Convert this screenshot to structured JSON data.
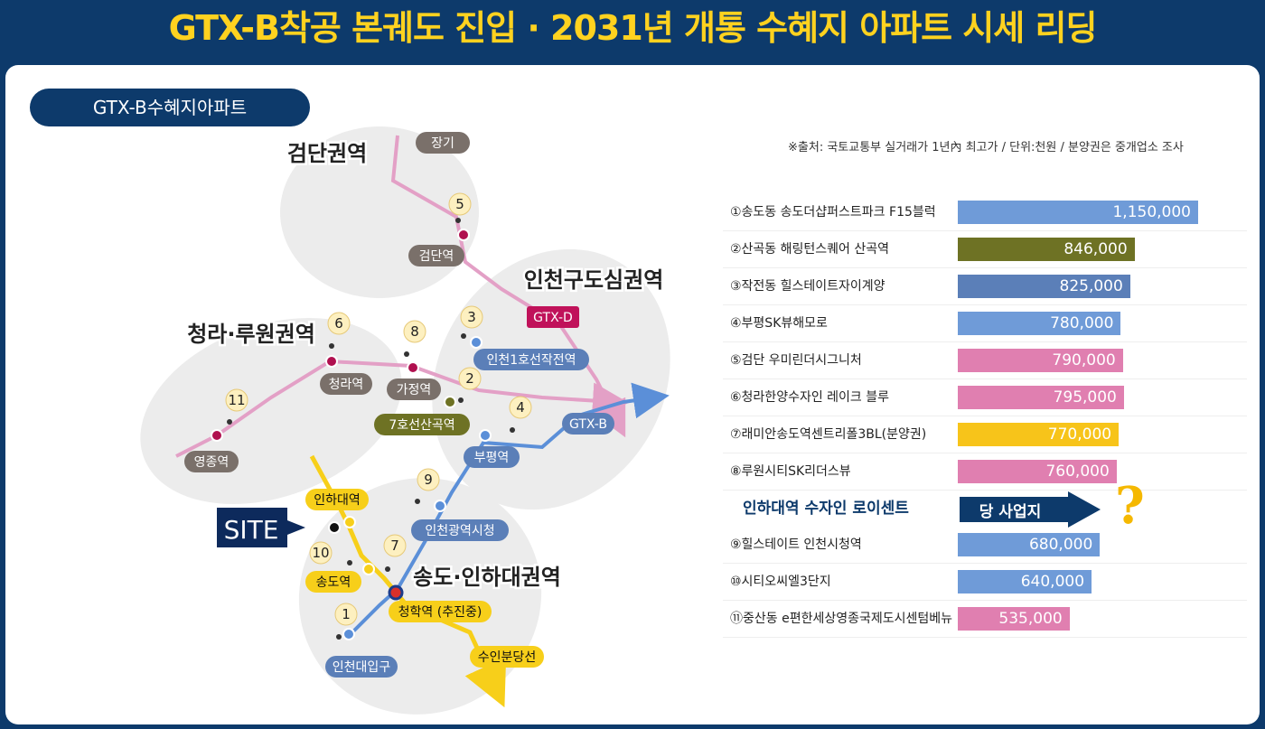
{
  "headline": "GTX-B착공 본궤도 진입  ·  2031년 개통 수혜지 아파트 시세 리딩",
  "section_pill": "GTX-B수혜지아파트",
  "map": {
    "regions": [
      "검단권역",
      "인천구도심권역",
      "청라·루원권역",
      "송도·인하대권역"
    ],
    "lines": [
      "GTX-D",
      "GTX-B",
      "수인분당선"
    ],
    "stations": [
      "장기",
      "검단역",
      "인천1호선작전역",
      "청라역",
      "가정역",
      "7호선산곡역",
      "부평역",
      "영종역",
      "인하대역",
      "인천광역시청",
      "송도역",
      "청학역 (추진중)",
      "인천대입구"
    ],
    "site_label": "SITE",
    "markers": [
      "1",
      "2",
      "3",
      "4",
      "5",
      "6",
      "7",
      "8",
      "9",
      "10",
      "11"
    ]
  },
  "source_note": "※출처: 국토교통부 실거래가 1년內 최고가 / 단위:천원 / 분양권은 중개업소 조사",
  "highlight": {
    "label": "인하대역 수자인 로이센트",
    "arrow_text": "당 사업지",
    "question_mark": "?"
  },
  "chart_data": {
    "type": "bar",
    "orientation": "horizontal",
    "unit": "천원",
    "xlim": [
      0,
      1150000
    ],
    "categories": [
      "①송도동 송도더샵퍼스트파크 F15블럭",
      "②산곡동 해링턴스퀘어 산곡역",
      "③작전동 힐스테이트자이계양",
      "④부평SK뷰해모로",
      "⑤검단 우미린더시그니처",
      "⑥청라한양수자인 레이크 블루",
      "⑦래미안송도역센트리폴3BL(분양권)",
      "⑧루원시티SK리더스뷰",
      "⑨힐스테이트 인천시청역",
      "⑩시티오씨엘3단지",
      "⑪중산동 e편한세상영종국제도시센텀베뉴"
    ],
    "values": [
      1150000,
      846000,
      825000,
      780000,
      790000,
      795000,
      770000,
      760000,
      680000,
      640000,
      535000
    ],
    "value_labels": [
      "1,150,000",
      "846,000",
      "825,000",
      "780,000",
      "790,000",
      "795,000",
      "770,000",
      "760,000",
      "680,000",
      "640,000",
      "535,000"
    ],
    "colors": [
      "#6f9bd8",
      "#6e7224",
      "#5b7fb8",
      "#6f9bd8",
      "#e07fb0",
      "#e07fb0",
      "#f7c41a",
      "#e07fb0",
      "#6f9bd8",
      "#6f9bd8",
      "#e07fb0"
    ]
  }
}
